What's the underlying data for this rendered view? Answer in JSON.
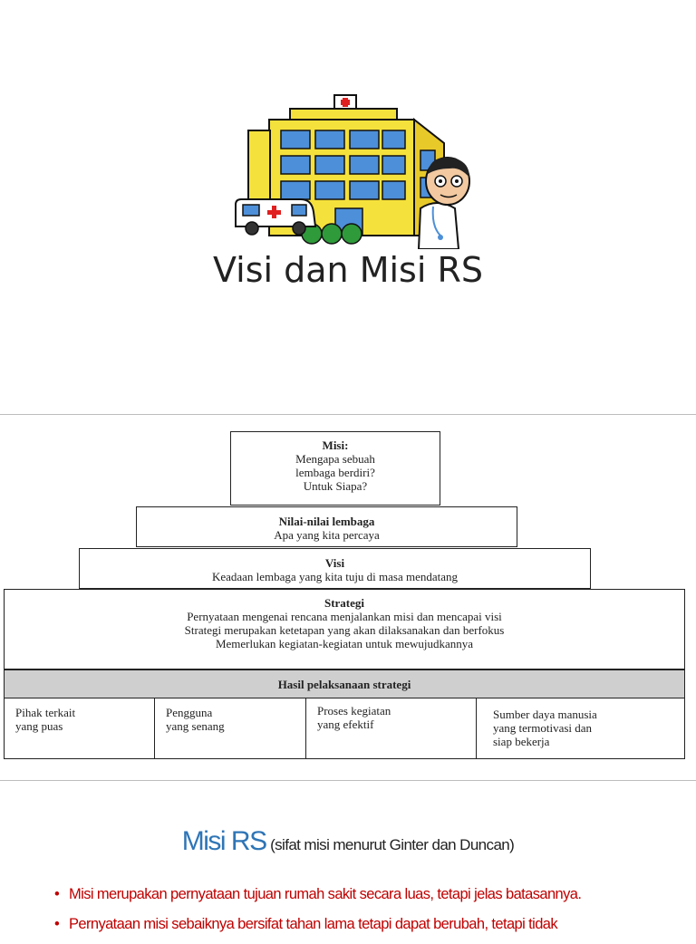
{
  "slide1": {
    "title": "Visi dan Misi RS",
    "illustration_icons": [
      "hospital-building-icon",
      "ambulance-icon",
      "doctor-icon",
      "red-cross-icon"
    ],
    "colors": {
      "building": "#f5e13b",
      "windows": "#4d8fd8",
      "cross": "#e02020",
      "bushes": "#2e9a3a"
    }
  },
  "pyramid": {
    "misi": {
      "heading": "Misi:",
      "lines": [
        "Mengapa sebuah",
        "lembaga berdiri?",
        "Untuk Siapa?"
      ]
    },
    "nilai": {
      "heading": "Nilai-nilai lembaga",
      "line": "Apa yang kita percaya"
    },
    "visi": {
      "heading": "Visi",
      "line": "Keadaan lembaga yang kita tuju di masa mendatang"
    },
    "strategi": {
      "heading": "Strategi",
      "lines": [
        "Pernyataan mengenai rencana menjalankan misi dan mencapai visi",
        "Strategi merupakan ketetapan yang akan dilaksanakan dan berfokus",
        "Memerlukan kegiatan-kegiatan untuk mewujudkannya"
      ]
    },
    "hasil": "Hasil pelaksanaan strategi",
    "outcomes": [
      {
        "lines": [
          "Pihak terkait",
          "yang puas"
        ]
      },
      {
        "lines": [
          "Pengguna",
          "yang senang"
        ]
      },
      {
        "lines": [
          "Proses kegiatan",
          "yang efektif"
        ]
      },
      {
        "lines": [
          "Sumber daya manusia",
          "yang termotivasi dan",
          "siap bekerja"
        ]
      }
    ]
  },
  "slide3": {
    "title_main": "Misi RS",
    "title_sub": "(sifat misi menurut Ginter dan Duncan)",
    "accent_color": "#2e75b6",
    "bullet_color": "#c00000",
    "bullets": [
      "Misi merupakan pernyataan tujuan rumah sakit secara luas, tetapi jelas batasannya.",
      "Pernyataan misi sebaiknya bersifat tahan lama tetapi dapat berubah, tetapi tidak"
    ]
  }
}
